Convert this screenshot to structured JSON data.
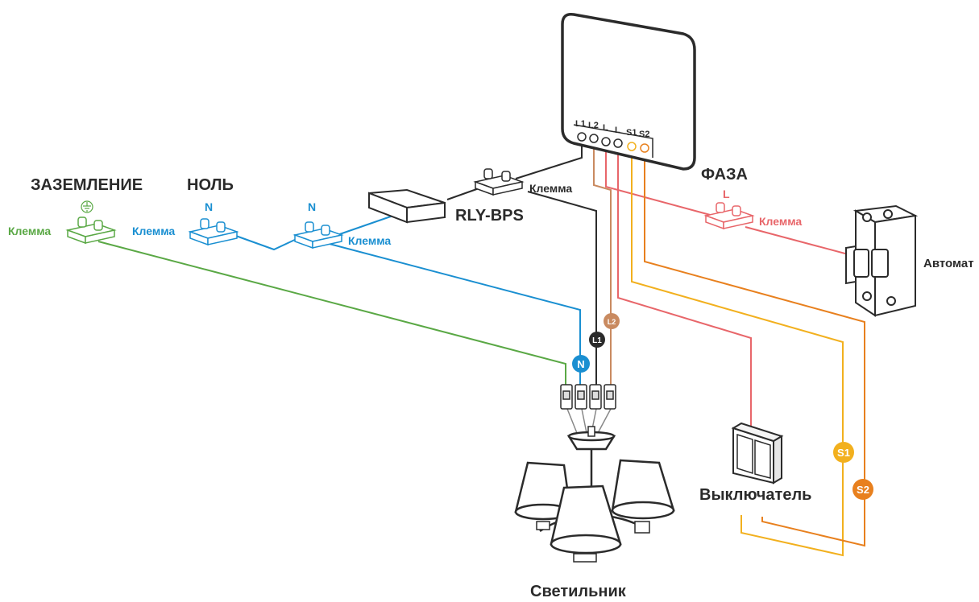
{
  "labels": {
    "ground_title": "ЗАЗЕМЛЕНИЕ",
    "neutral_title": "НОЛЬ",
    "neutral_n_left": "N",
    "neutral_n_right": "N",
    "phase_title": "ФАЗА",
    "phase_l": "L",
    "klemma_green": "Клемма",
    "klemma_blue_left": "Клемма",
    "klemma_blue_right": "Клемма",
    "klemma_black": "Клемма",
    "klemma_red": "Клемма",
    "rly_bps": "RLY-BPS",
    "breaker": "Автомат",
    "switch": "Выключатель",
    "lamp": "Светильник"
  },
  "relay_terminals": [
    "L1",
    "L2",
    "L",
    "L",
    "S1",
    "S2"
  ],
  "wire_tags": {
    "l1": "L1",
    "l2": "L2",
    "n": "N",
    "s1": "S1",
    "s2": "S2"
  },
  "colors": {
    "ground": "#5aa845",
    "neutral": "#1a8fd1",
    "phase": "#e8666a",
    "l1": "#2b2b2b",
    "l2": "#c98a60",
    "s1": "#f2b01e",
    "s2": "#e8801e",
    "label_dark": "#2b2b2b"
  }
}
